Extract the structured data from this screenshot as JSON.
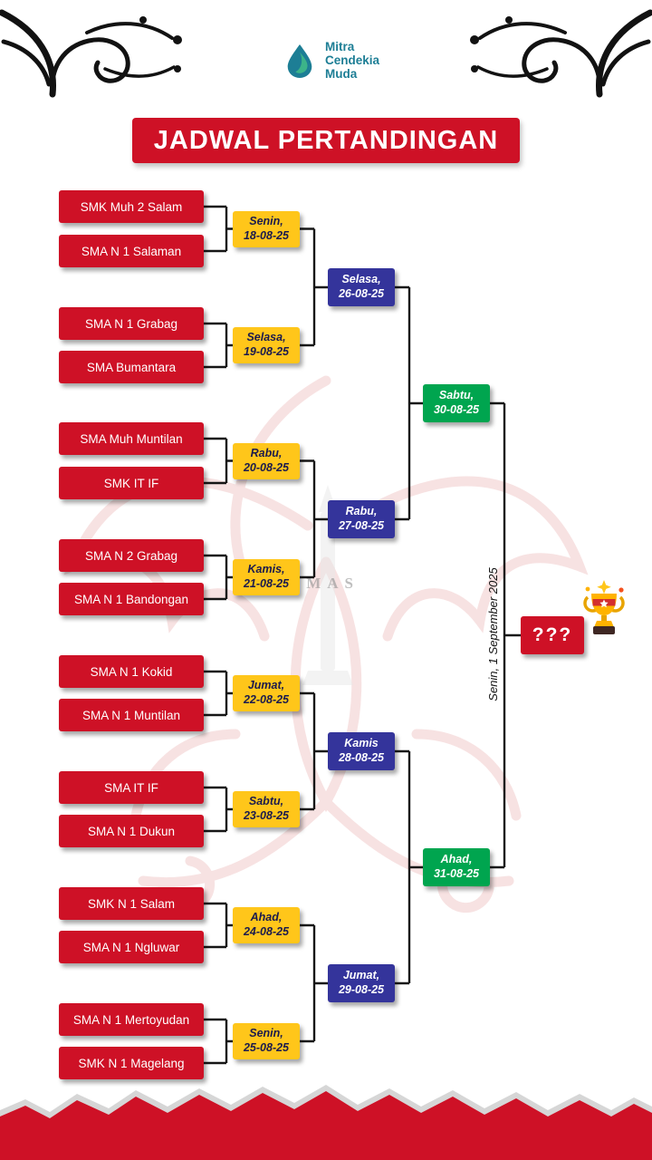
{
  "logo": {
    "line1": "Mitra",
    "line2": "Cendekia",
    "line3": "Muda"
  },
  "title": "JADWAL PERTANDINGAN",
  "colors": {
    "primary_red": "#ce1126",
    "round1_yellow": "#ffc61a",
    "round2_blue": "#34349b",
    "semifinal_green": "#00a54f"
  },
  "watermark": {
    "text": "OMAS"
  },
  "bracket": {
    "round1": [
      {
        "team1": "SMK Muh 2 Salam",
        "team2": "SMA N 1 Salaman",
        "day": "Senin,",
        "date": "18-08-25"
      },
      {
        "team1": "SMA N 1 Grabag",
        "team2": "SMA Bumantara",
        "day": "Selasa,",
        "date": "19-08-25"
      },
      {
        "team1": "SMA Muh Muntilan",
        "team2": "SMK IT IF",
        "day": "Rabu,",
        "date": "20-08-25"
      },
      {
        "team1": "SMA N 2 Grabag",
        "team2": "SMA N 1 Bandongan",
        "day": "Kamis,",
        "date": "21-08-25"
      },
      {
        "team1": "SMA N 1 Kokid",
        "team2": "SMA N 1 Muntilan",
        "day": "Jumat,",
        "date": "22-08-25"
      },
      {
        "team1": "SMA IT IF",
        "team2": "SMA N 1 Dukun",
        "day": "Sabtu,",
        "date": "23-08-25"
      },
      {
        "team1": "SMK N 1 Salam",
        "team2": "SMA N 1 Ngluwar",
        "day": "Ahad,",
        "date": "24-08-25"
      },
      {
        "team1": "SMA N 1 Mertoyudan",
        "team2": "SMK N 1 Magelang",
        "day": "Senin,",
        "date": "25-08-25"
      }
    ],
    "round2": [
      {
        "day": "Selasa,",
        "date": "26-08-25"
      },
      {
        "day": "Rabu,",
        "date": "27-08-25"
      },
      {
        "day": "Kamis",
        "date": "28-08-25"
      },
      {
        "day": "Jumat,",
        "date": "29-08-25"
      }
    ],
    "semifinals": [
      {
        "day": "Sabtu,",
        "date": "30-08-25"
      },
      {
        "day": "Ahad,",
        "date": "31-08-25"
      }
    ],
    "final": {
      "winner_label": "???",
      "date_text": "Senin, 1 September 2025"
    }
  }
}
